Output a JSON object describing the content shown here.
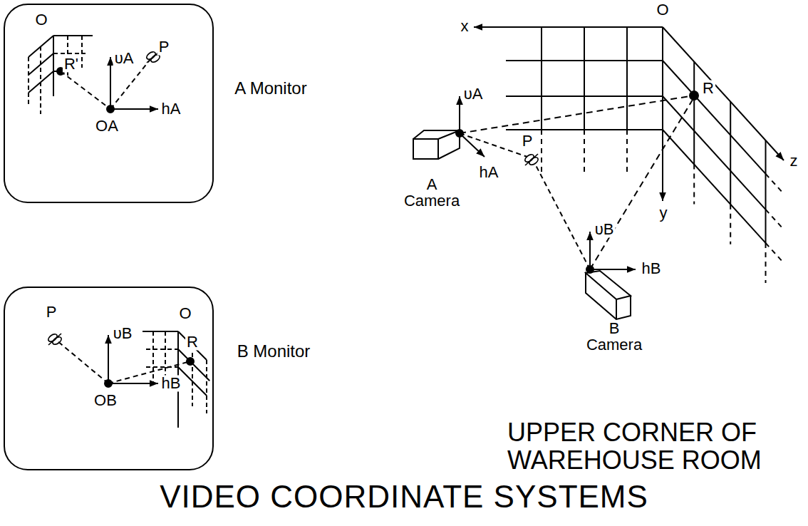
{
  "diagram": {
    "title": "VIDEO COORDINATE SYSTEMS",
    "caption": "UPPER CORNER OF WAREHOUSE ROOM",
    "nodes": [
      {
        "text": [
          "A Monitor"
        ]
      },
      {
        "text": [
          "B Monitor"
        ]
      }
    ],
    "labels": [
      "O",
      "R'",
      "υA",
      "P",
      "hA",
      "OA",
      "P",
      "υB",
      "O",
      "R",
      "hB",
      "OB",
      "O",
      "x",
      "υA",
      "hA",
      "A Camera",
      "P",
      "R",
      "z",
      "y",
      "υB",
      "hB",
      "B Camera"
    ]
  }
}
